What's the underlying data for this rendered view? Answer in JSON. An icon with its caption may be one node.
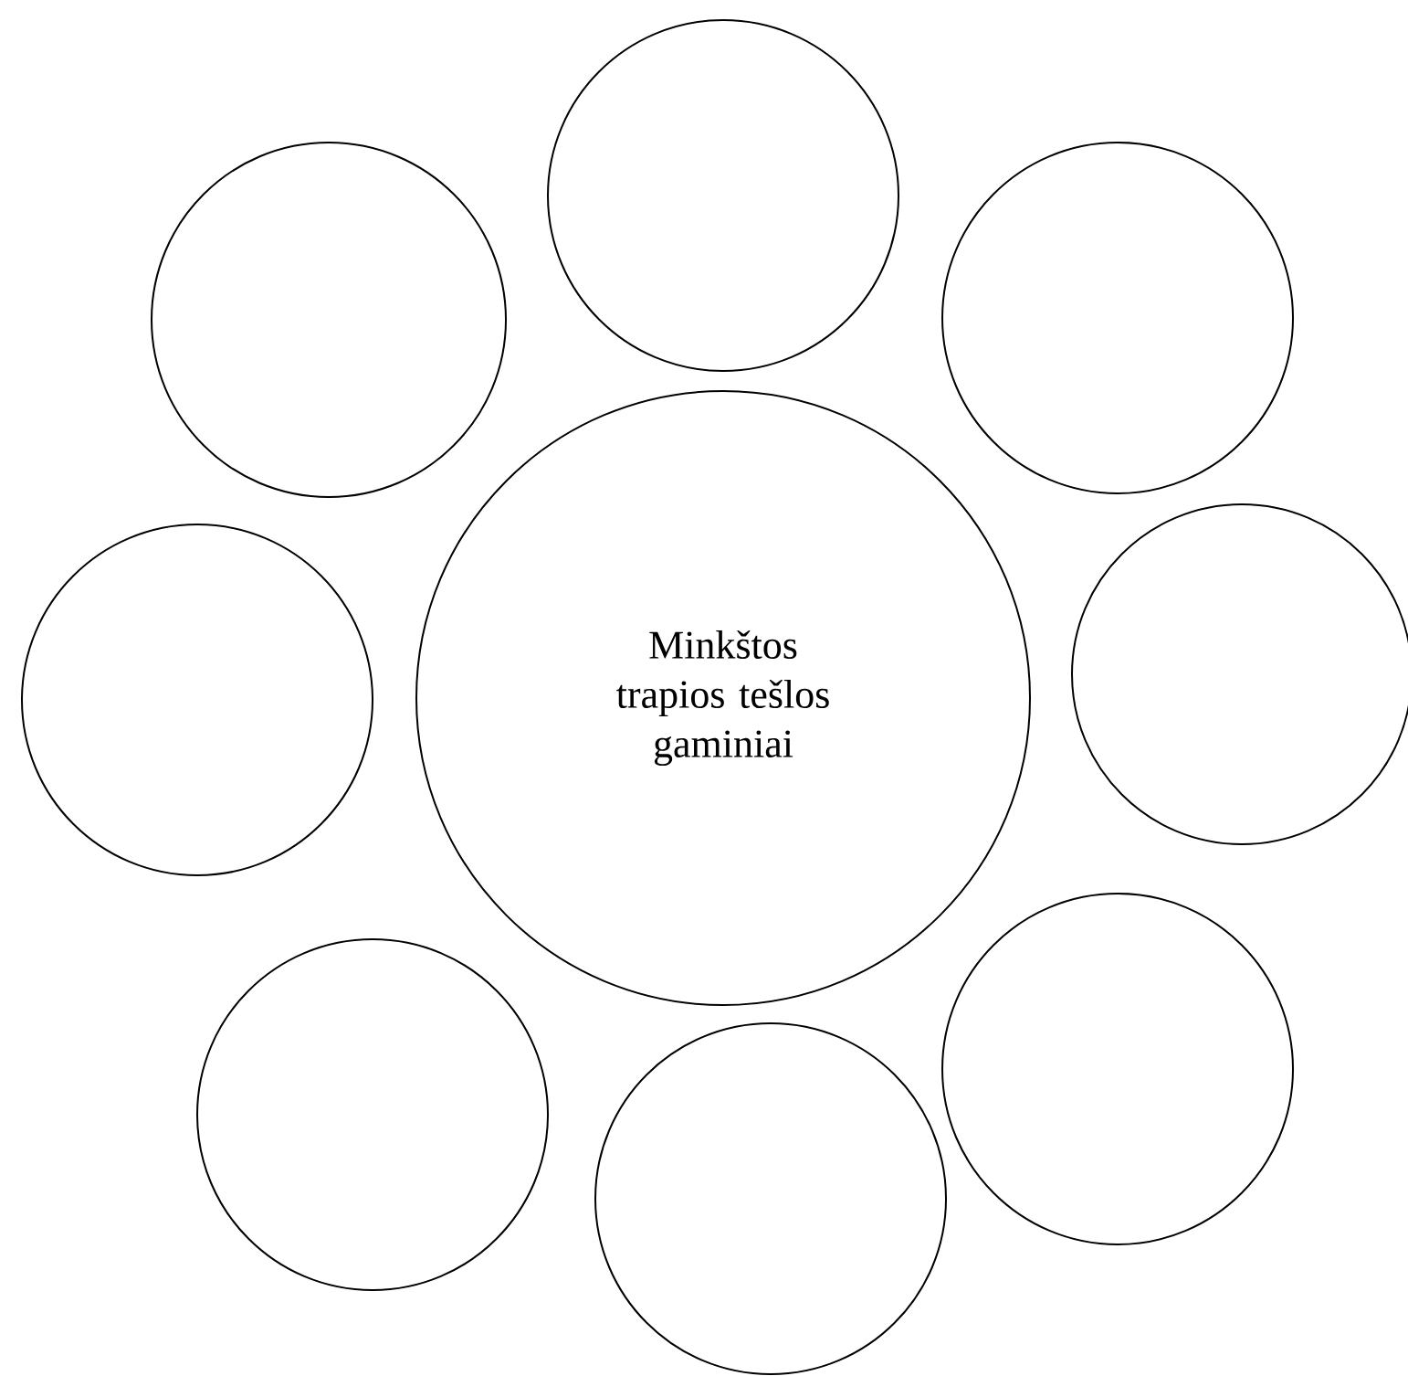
{
  "diagram": {
    "nodes": [
      {
        "text": [
          "Minkštos trapios tešlos gaminiai"
        ]
      },
      {
        "text": [],
        "shape": "circle"
      },
      {
        "text": [],
        "shape": "circle"
      },
      {
        "text": [],
        "shape": "circle"
      },
      {
        "text": [],
        "shape": "circle"
      },
      {
        "text": [],
        "shape": "circle"
      },
      {
        "text": [],
        "shape": "circle"
      },
      {
        "text": [],
        "shape": "circle"
      },
      {
        "text": [],
        "shape": "circle"
      }
    ]
  }
}
